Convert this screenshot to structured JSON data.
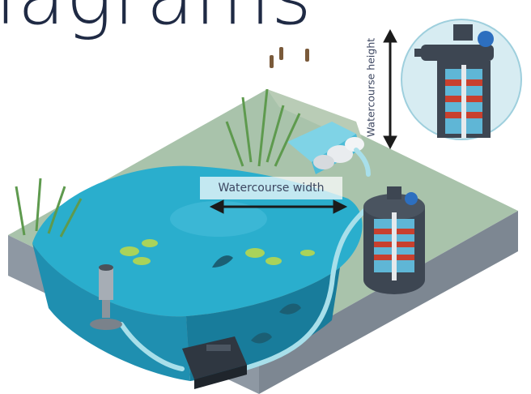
{
  "title": "iagrams",
  "labels": {
    "watercourse_width": "Watercourse width",
    "watercourse_height": "Watercourse height"
  },
  "icons": [
    "pond-scene-illustration",
    "pressure-filter-icon",
    "pond-pump-icon",
    "fountain-nozzle-icon",
    "koi-fish-icon",
    "reed-plant-icon",
    "lily-pad-icon"
  ],
  "colors": {
    "water": "#26a9c8",
    "grass": "#9cb9a0",
    "soil": "#9aa3ad",
    "arrow": "#1b1b1b",
    "filter_body": "#3d4652",
    "filter_media": "#c8402e",
    "hose": "#a8dfea"
  }
}
